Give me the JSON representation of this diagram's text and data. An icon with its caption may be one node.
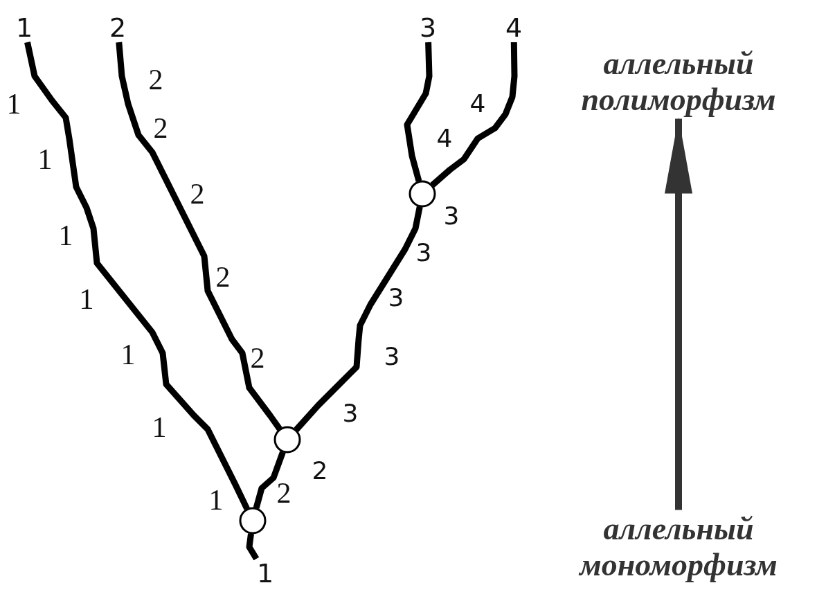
{
  "diagram": {
    "nodes": [
      {
        "text": [
          "1"
        ]
      },
      {
        "text": [
          "2"
        ]
      },
      {
        "text": [
          "3"
        ]
      },
      {
        "text": [
          "4"
        ]
      },
      {
        "text": [
          "аллельный полиморфизм"
        ]
      },
      {
        "text": [],
        "shape": "circle"
      },
      {
        "text": [],
        "shape": "circle"
      },
      {
        "text": [],
        "shape": "circle"
      },
      {
        "text": [
          "1"
        ]
      },
      {
        "text": [
          "аллельный мономорфизм"
        ]
      }
    ],
    "edges": [
      {
        "from": 7,
        "to": 8,
        "arrow": "none"
      },
      {
        "from": 7,
        "to": 0,
        "arrow": "none"
      },
      {
        "from": 7,
        "to": 6,
        "arrow": "none"
      },
      {
        "from": 6,
        "to": 1,
        "arrow": "none"
      },
      {
        "from": 6,
        "to": 5,
        "arrow": "none"
      },
      {
        "from": 5,
        "to": 2,
        "arrow": "none"
      },
      {
        "from": 5,
        "to": 3,
        "arrow": "none"
      },
      {
        "from": 9,
        "to": 4,
        "arrow": "to",
        "color": "#333333"
      }
    ],
    "labels": [
      "2",
      "1",
      "4",
      "2",
      "4",
      "1",
      "2",
      "3",
      "1",
      "3",
      "2",
      "1",
      "3",
      "1",
      "2",
      "3",
      "3",
      "1",
      "2",
      "1",
      "2"
    ]
  }
}
